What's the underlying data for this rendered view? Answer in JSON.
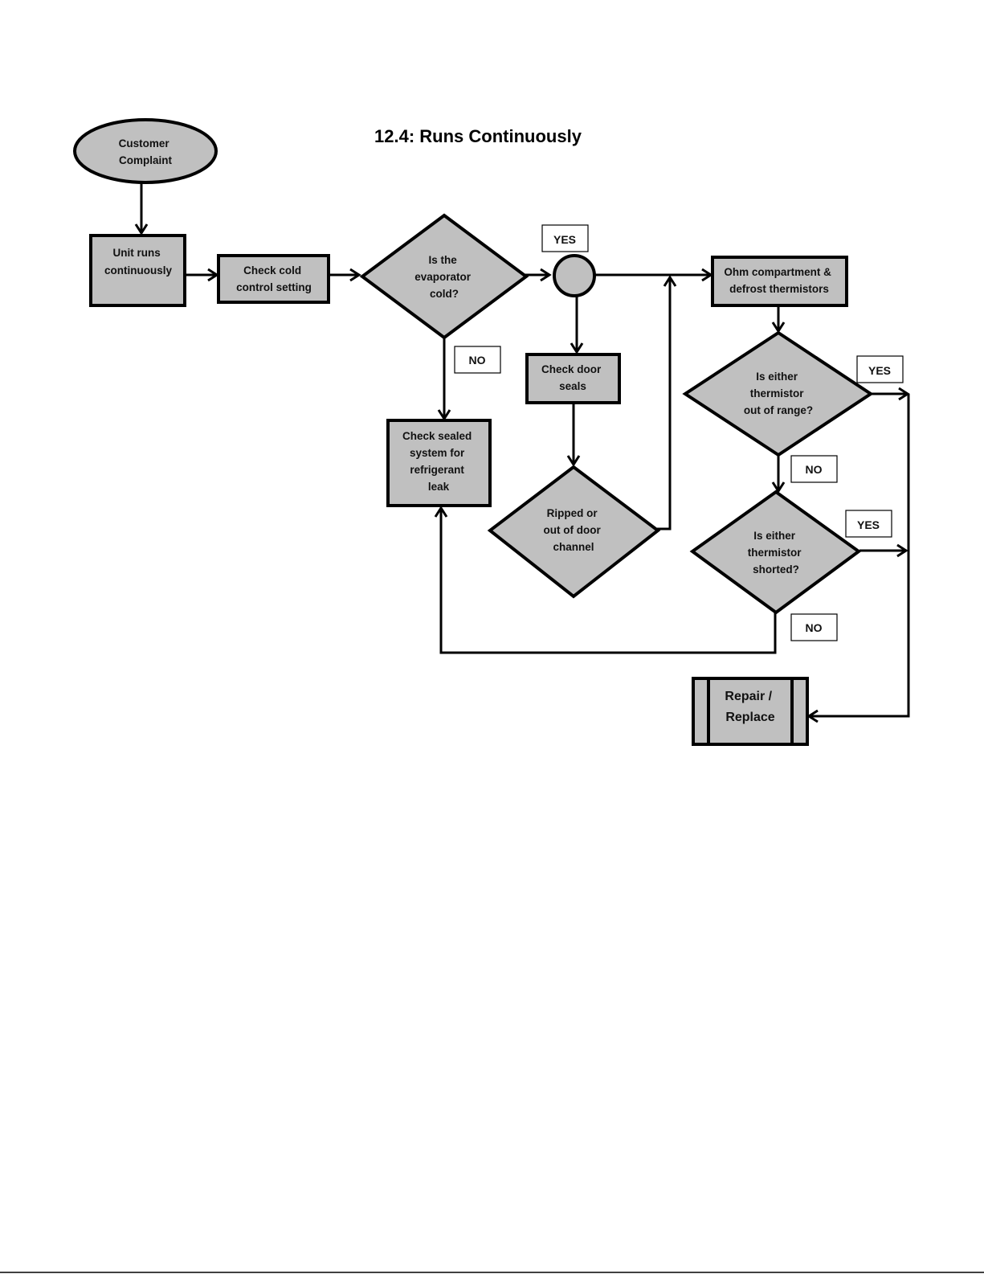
{
  "title": "12.4: Runs Continuously",
  "nodes": {
    "customer_complaint": [
      "Customer",
      "Complaint"
    ],
    "unit_runs": [
      "Unit runs",
      "continuously"
    ],
    "check_cold": [
      "Check cold",
      "control setting"
    ],
    "evap_cold": [
      "Is the",
      "evaporator",
      "cold?"
    ],
    "check_door": [
      "Check door",
      "seals"
    ],
    "ripped": [
      "Ripped or",
      "out of door",
      "channel"
    ],
    "sealed_system": [
      "Check sealed",
      "system for",
      "refrigerant",
      "leak"
    ],
    "ohm": [
      "Ohm compartment &",
      "defrost thermistors"
    ],
    "out_of_range": [
      "Is either",
      "thermistor",
      "out of range?"
    ],
    "shorted": [
      "Is either",
      "thermistor",
      "shorted?"
    ],
    "repair": [
      "Repair /",
      "Replace"
    ]
  },
  "labels": {
    "yes_evap": "YES",
    "no_evap": "NO",
    "yes_range": "YES",
    "no_range": "NO",
    "yes_shorted": "YES",
    "no_shorted": "NO"
  },
  "colors": {
    "shape_fill": "#c0c0c0",
    "stroke": "#000000"
  }
}
